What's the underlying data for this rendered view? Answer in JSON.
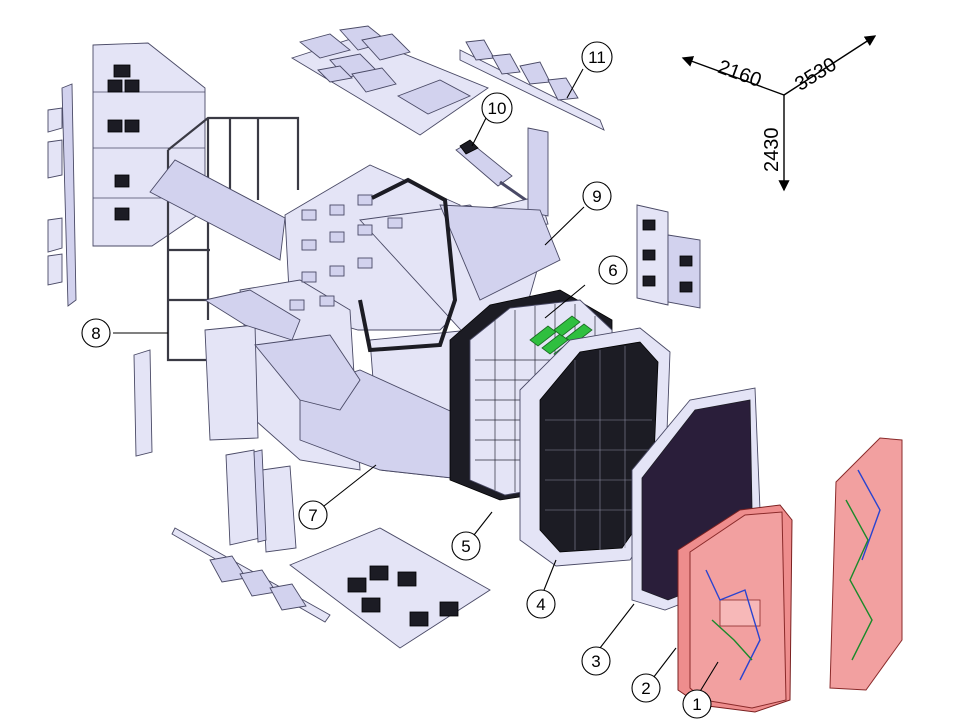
{
  "diagram": {
    "callouts": [
      "1",
      "2",
      "3",
      "4",
      "5",
      "6",
      "7",
      "8",
      "9",
      "10",
      "11"
    ],
    "dimensions": {
      "width_label": "2160",
      "depth_label": "3530",
      "height_label": "2430"
    },
    "colors": {
      "part_fill": "#e4e4f6",
      "outline": "#4a4a66",
      "end_plate_fill": "#f2a0a0",
      "detector_layer": "#1c1c24",
      "electronics_green": "#2fbf3f"
    }
  }
}
